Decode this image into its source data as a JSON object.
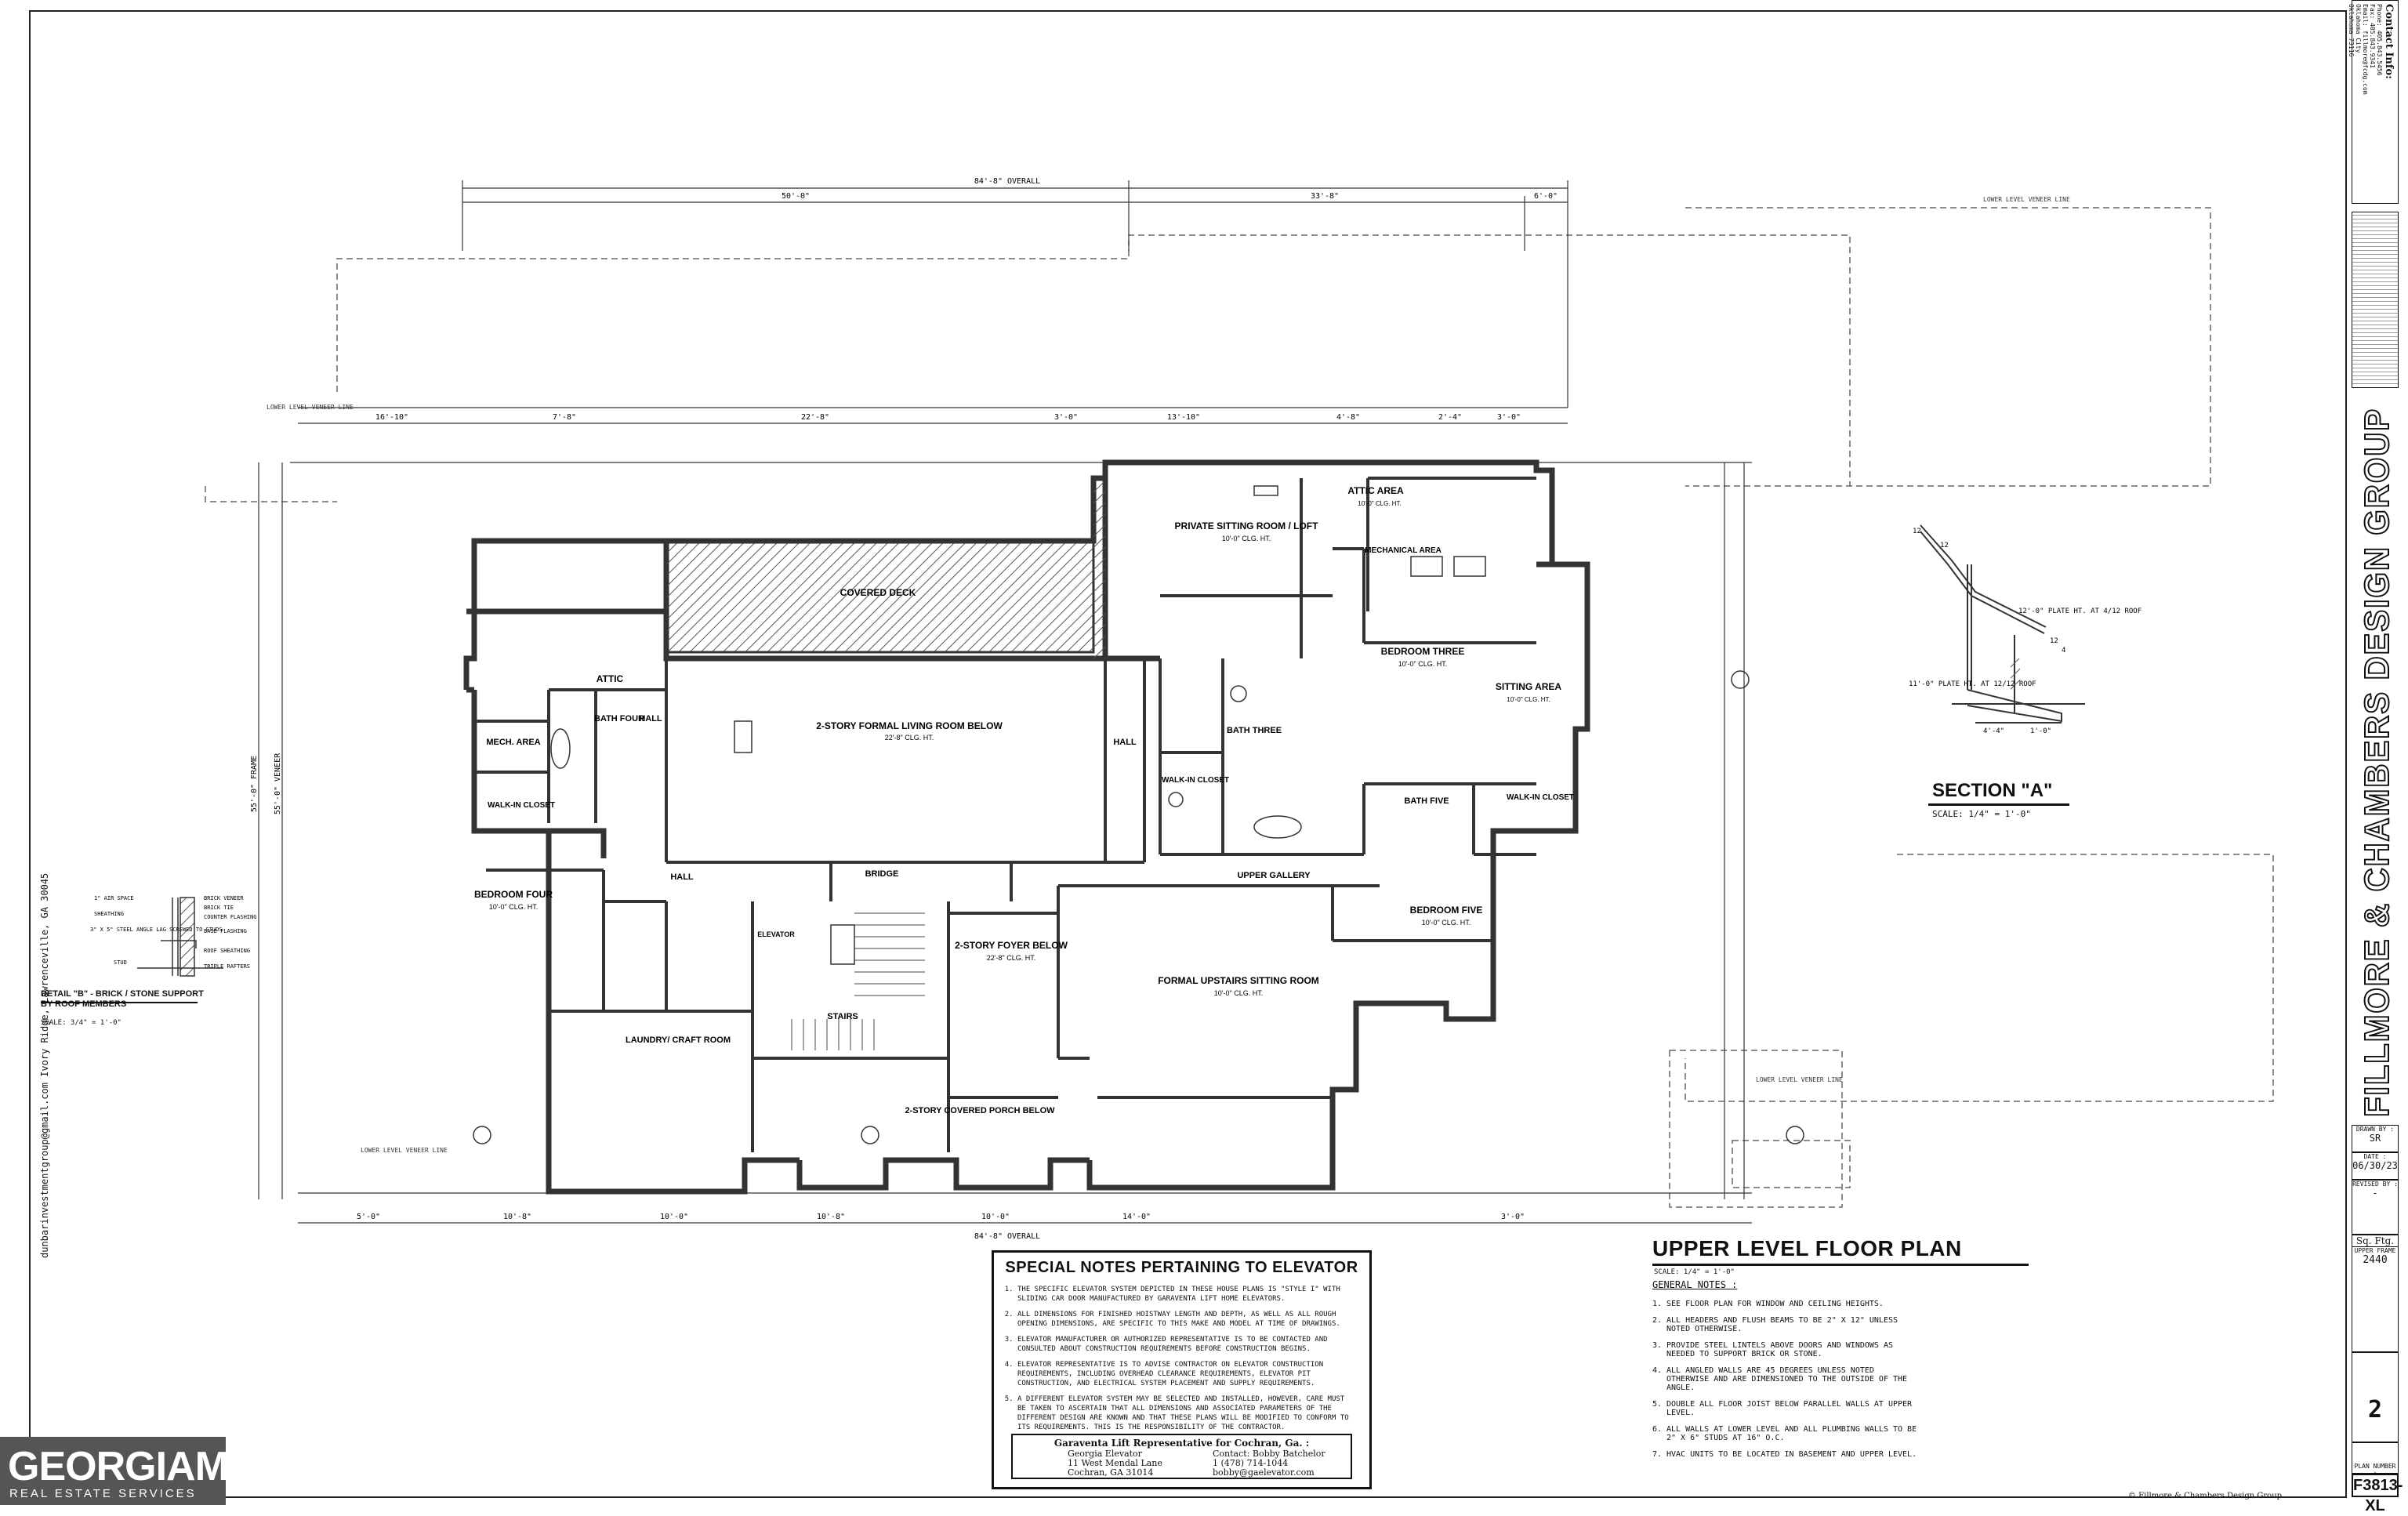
{
  "plan": {
    "title": "UPPER LEVEL FLOOR PLAN",
    "scale": "SCALE: 1/4\" = 1'-0\"",
    "overall_dim": "84'-8\" OVERALL",
    "top_dims": [
      "50'-0\"",
      "33'-8\"",
      "6'-0\""
    ],
    "second_dims": [
      "16'-10\"",
      "7'-8\"",
      "22'-8\"",
      "3'-0\"",
      "13'-10\"",
      "4'-8\"",
      "2'-4\"",
      "3'-0\""
    ],
    "bottom_dims": [
      "5'-0\"",
      "10'-8\"",
      "10'-0\"",
      "10'-8\"",
      "10'-0\"",
      "14'-0\"",
      "3'-0\""
    ],
    "bottom_overall": "84'-8\" OVERALL",
    "left_dims": [
      "55'-0\" FRAME",
      "55'-0\" VENEER"
    ],
    "lower_veneer": "LOWER LEVEL VENEER LINE",
    "rooms": [
      {
        "name": "COVERED DECK"
      },
      {
        "name": "2-STORY FORMAL LIVING ROOM BELOW",
        "sub": "22'-8\" CLG. HT."
      },
      {
        "name": "PRIVATE SITTING ROOM / LOFT",
        "sub": "10'-0\" CLG. HT."
      },
      {
        "name": "ATTIC AREA",
        "sub": "10'-0\" CLG. HT."
      },
      {
        "name": "MECHANICAL AREA"
      },
      {
        "name": "BEDROOM THREE",
        "sub": "10'-0\" CLG. HT."
      },
      {
        "name": "SITTING AREA",
        "sub": "10'-0\" CLG. HT."
      },
      {
        "name": "BATH THREE"
      },
      {
        "name": "WALK-IN CLOSET"
      },
      {
        "name": "BATH FIVE"
      },
      {
        "name": "WALK-IN CLOSET"
      },
      {
        "name": "ATTIC"
      },
      {
        "name": "BATH FOUR"
      },
      {
        "name": "MECH. AREA"
      },
      {
        "name": "WALK-IN CLOSET"
      },
      {
        "name": "HALL"
      },
      {
        "name": "HALL"
      },
      {
        "name": "HALL"
      },
      {
        "name": "BRIDGE"
      },
      {
        "name": "UPPER GALLERY"
      },
      {
        "name": "BEDROOM FOUR",
        "sub": "10'-0\" CLG. HT."
      },
      {
        "name": "BEDROOM FIVE",
        "sub": "10'-0\" CLG. HT."
      },
      {
        "name": "2-STORY FOYER BELOW",
        "sub": "22'-8\" CLG. HT."
      },
      {
        "name": "FORMAL UPSTAIRS SITTING ROOM",
        "sub": "10'-0\" CLG. HT."
      },
      {
        "name": "ELEVATOR"
      },
      {
        "name": "STAIRS"
      },
      {
        "name": "LAUNDRY/ CRAFT ROOM"
      },
      {
        "name": "2-STORY COVERED PORCH BELOW"
      }
    ]
  },
  "section": {
    "title": "SECTION \"A\"",
    "scale": "SCALE: 1/4\" = 1'-0\"",
    "labels": [
      "12'-0\" PLATE HT. AT 4/12 ROOF",
      "11'-0\" PLATE HT. AT 12/12 ROOF",
      "4'-4\"",
      "1'-0\"",
      "12",
      "4",
      "12",
      "12"
    ]
  },
  "detail": {
    "title": "DETAIL \"B\" - BRICK / STONE SUPPORT BY ROOF MEMBERS",
    "scale": "SCALE: 3/4\" = 1'-0\"",
    "labels": [
      "1\" AIR SPACE",
      "SHEATHING",
      "3\" X 5\" STEEL ANGLE LAG SCREWED TO STUDS",
      "STUD",
      "BRICK VENEER",
      "BRICK TIE",
      "COUNTER FLASHING",
      "BASE FLASHING",
      "ROOF SHEATHING",
      "TRIPLE RAFTERS"
    ]
  },
  "elevator_notes": {
    "title": "SPECIAL NOTES PERTAINING TO ELEVATOR",
    "items": [
      "THE SPECIFIC ELEVATOR SYSTEM DEPICTED IN THESE HOUSE PLANS IS \"STYLE I\" WITH SLIDING CAR DOOR MANUFACTURED BY GARAVENTA LIFT HOME ELEVATORS.",
      "ALL DIMENSIONS FOR FINISHED HOISTWAY LENGTH AND DEPTH, AS WELL AS ALL ROUGH OPENING DIMENSIONS, ARE SPECIFIC TO THIS MAKE AND MODEL AT TIME OF DRAWINGS.",
      "ELEVATOR MANUFACTURER OR AUTHORIZED REPRESENTATIVE IS TO BE CONTACTED AND CONSULTED ABOUT CONSTRUCTION REQUIREMENTS BEFORE CONSTRUCTION BEGINS.",
      "ELEVATOR REPRESENTATIVE IS TO ADVISE CONTRACTOR ON ELEVATOR CONSTRUCTION REQUIREMENTS, INCLUDING OVERHEAD CLEARANCE REQUIREMENTS, ELEVATOR PIT CONSTRUCTION, AND ELECTRICAL SYSTEM PLACEMENT AND SUPPLY REQUIREMENTS.",
      "A DIFFERENT ELEVATOR SYSTEM MAY BE SELECTED AND INSTALLED, HOWEVER, CARE MUST BE TAKEN TO ASCERTAIN THAT ALL DIMENSIONS AND ASSOCIATED PARAMETERS OF THE DIFFERENT DESIGN ARE KNOWN AND THAT THESE PLANS WILL BE MODIFIED TO CONFORM TO ITS REQUIREMENTS. THIS IS THE RESPONSIBILITY OF THE CONTRACTOR."
    ],
    "rep_title": "Garaventa Lift Representative for Cochran, Ga. :",
    "rep_left": [
      "Georgia Elevator",
      "11 West Mendal Lane",
      "Cochran, GA 31014"
    ],
    "rep_right": [
      "Contact: Bobby Batchelor",
      "1 (478) 714-1044",
      "bobby@gaelevator.com"
    ]
  },
  "general_notes": {
    "title": "GENERAL NOTES :",
    "items": [
      "SEE FLOOR PLAN FOR WINDOW AND CEILING HEIGHTS.",
      "ALL HEADERS AND FLUSH BEAMS TO BE 2\" X 12\" UNLESS NOTED OTHERWISE.",
      "PROVIDE STEEL LINTELS ABOVE DOORS AND WINDOWS AS NEEDED TO SUPPORT BRICK OR STONE.",
      "ALL ANGLED WALLS ARE 45 DEGREES UNLESS NOTED OTHERWISE AND ARE DIMENSIONED TO THE OUTSIDE OF THE ANGLE.",
      "DOUBLE ALL FLOOR JOIST BELOW PARALLEL WALLS AT UPPER LEVEL.",
      "ALL WALLS AT LOWER LEVEL AND ALL PLUMBING WALLS TO BE 2\" X 6\" STUDS AT 16\" O.C.",
      "HVAC UNITS TO BE LOCATED IN BASEMENT AND UPPER LEVEL."
    ]
  },
  "title_block": {
    "contact_title": "Contact Info:",
    "contact_lines": [
      "Phone: 405.843.5456",
      "Fax: 405.843.9341",
      "Email: fillmore@fcdg.com",
      "Oklahoma City",
      "Oklahoma 73116"
    ],
    "brand": "FILLMORE & CHAMBERS DESIGN GROUP",
    "drawn_by_label": "DRAWN BY :",
    "drawn_by": "SR",
    "date_label": "DATE :",
    "date": "06/30/23",
    "revised_label": "REVISED BY :",
    "revised": "-",
    "sqft_label": "Sq. Ftg.",
    "upper_label": "UPPER FRAME",
    "upper": "2440",
    "page": "2",
    "plan_label": "PLAN NUMBER :",
    "plan_number": "F3813-XL",
    "copyright": "© Fillmore & Chambers Design Group"
  },
  "watermark": {
    "brand": "GEORGIAMLS",
    "sub": "REAL ESTATE SERVICES",
    "side_text": "dunbarinvestmentgroup@gmail.com   Ivory Ridge, Lawrenceville, GA 30045"
  }
}
